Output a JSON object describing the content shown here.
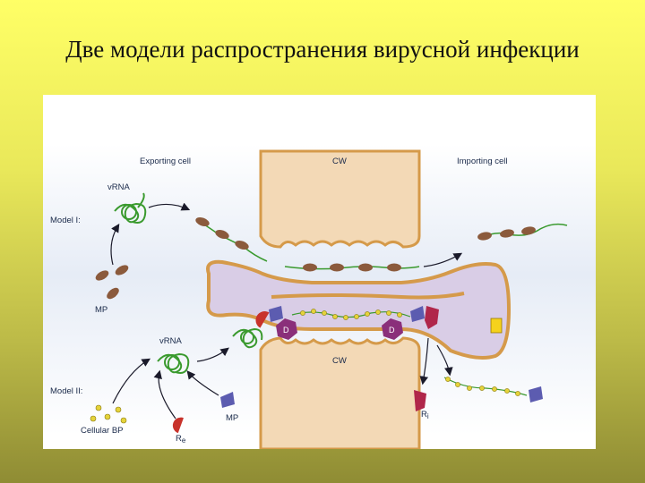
{
  "slide": {
    "title": "Две модели распространения вирусной инфекции"
  },
  "diagram": {
    "labels": {
      "exporting_cell": "Exporting cell",
      "importing_cell": "Importing cell",
      "cw_top": "CW",
      "cw_bottom": "CW",
      "vrna_top": "vRNA",
      "vrna_bottom": "vRNA",
      "model_1": "Model I:",
      "model_2": "Model II:",
      "mp_top": "MP",
      "mp_bottom": "MP",
      "cellular_bp": "Cellular BP",
      "re": "R",
      "re_sub": "e",
      "ri": "R",
      "ri_sub": "i",
      "d_left": "D",
      "d_right": "D"
    },
    "colors": {
      "cell_wall": "#f3d9b6",
      "cell_wall_border": "#d59a4a",
      "plasmodesma": "#d9cde6",
      "mp": "#8b5a3c",
      "rna": "#3a9a2e",
      "receptor_e": "#c8322b",
      "receptor_i": "#b0264a",
      "protein_blue": "#5c5cb0",
      "d_marker": "#8a2f7a",
      "bp_dot": "#e5d33a",
      "yellow_box": "#f5d21c"
    }
  }
}
